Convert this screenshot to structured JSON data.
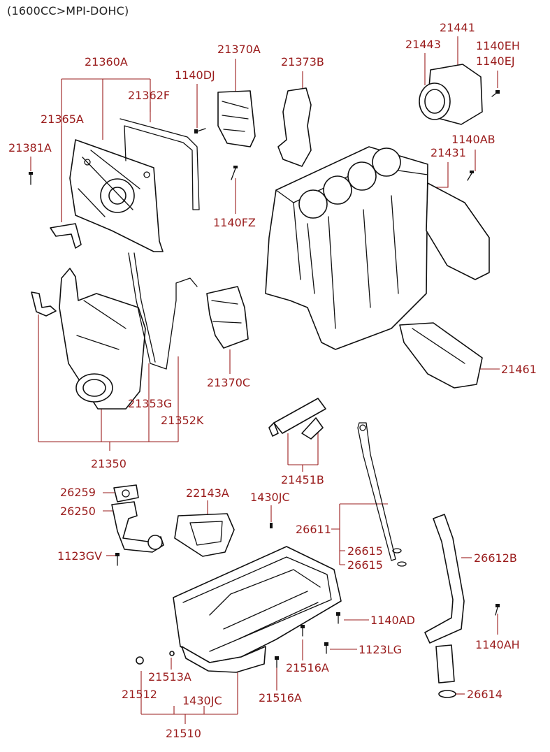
{
  "header": "(1600CC>MPI-DOHC)",
  "labels": {
    "p21441": "21441",
    "p21443": "21443",
    "p1140EH": "1140EH",
    "p1140EJ": "1140EJ",
    "p21370A": "21370A",
    "p21360A": "21360A",
    "p21373B": "21373B",
    "p1140DJ": "1140DJ",
    "p21362F": "21362F",
    "p21365A": "21365A",
    "p21381A": "21381A",
    "p1140AB": "1140AB",
    "p21431": "21431",
    "p1140FZ": "1140FZ",
    "p21461": "21461",
    "p21370C": "21370C",
    "p21353G": "21353G",
    "p21352K": "21352K",
    "p21350": "21350",
    "p21451B": "21451B",
    "p26259": "26259",
    "p22143A": "22143A",
    "p1430JC_top": "1430JC",
    "p26250": "26250",
    "p26611": "26611",
    "p1123GV": "1123GV",
    "p26615_a": "26615",
    "p26615_b": "26615",
    "p26612B": "26612B",
    "p1140AD": "1140AD",
    "p1123LG": "1123LG",
    "p1140AH": "1140AH",
    "p21513A": "21513A",
    "p21516A_a": "21516A",
    "p21512": "21512",
    "p1430JC_bot": "1430JC",
    "p21516A_b": "21516A",
    "p26614": "26614",
    "p21510": "21510"
  },
  "colors": {
    "label": "#9a1c1c",
    "line": "#9a1c1c",
    "part": "#111111",
    "header": "#222222"
  }
}
